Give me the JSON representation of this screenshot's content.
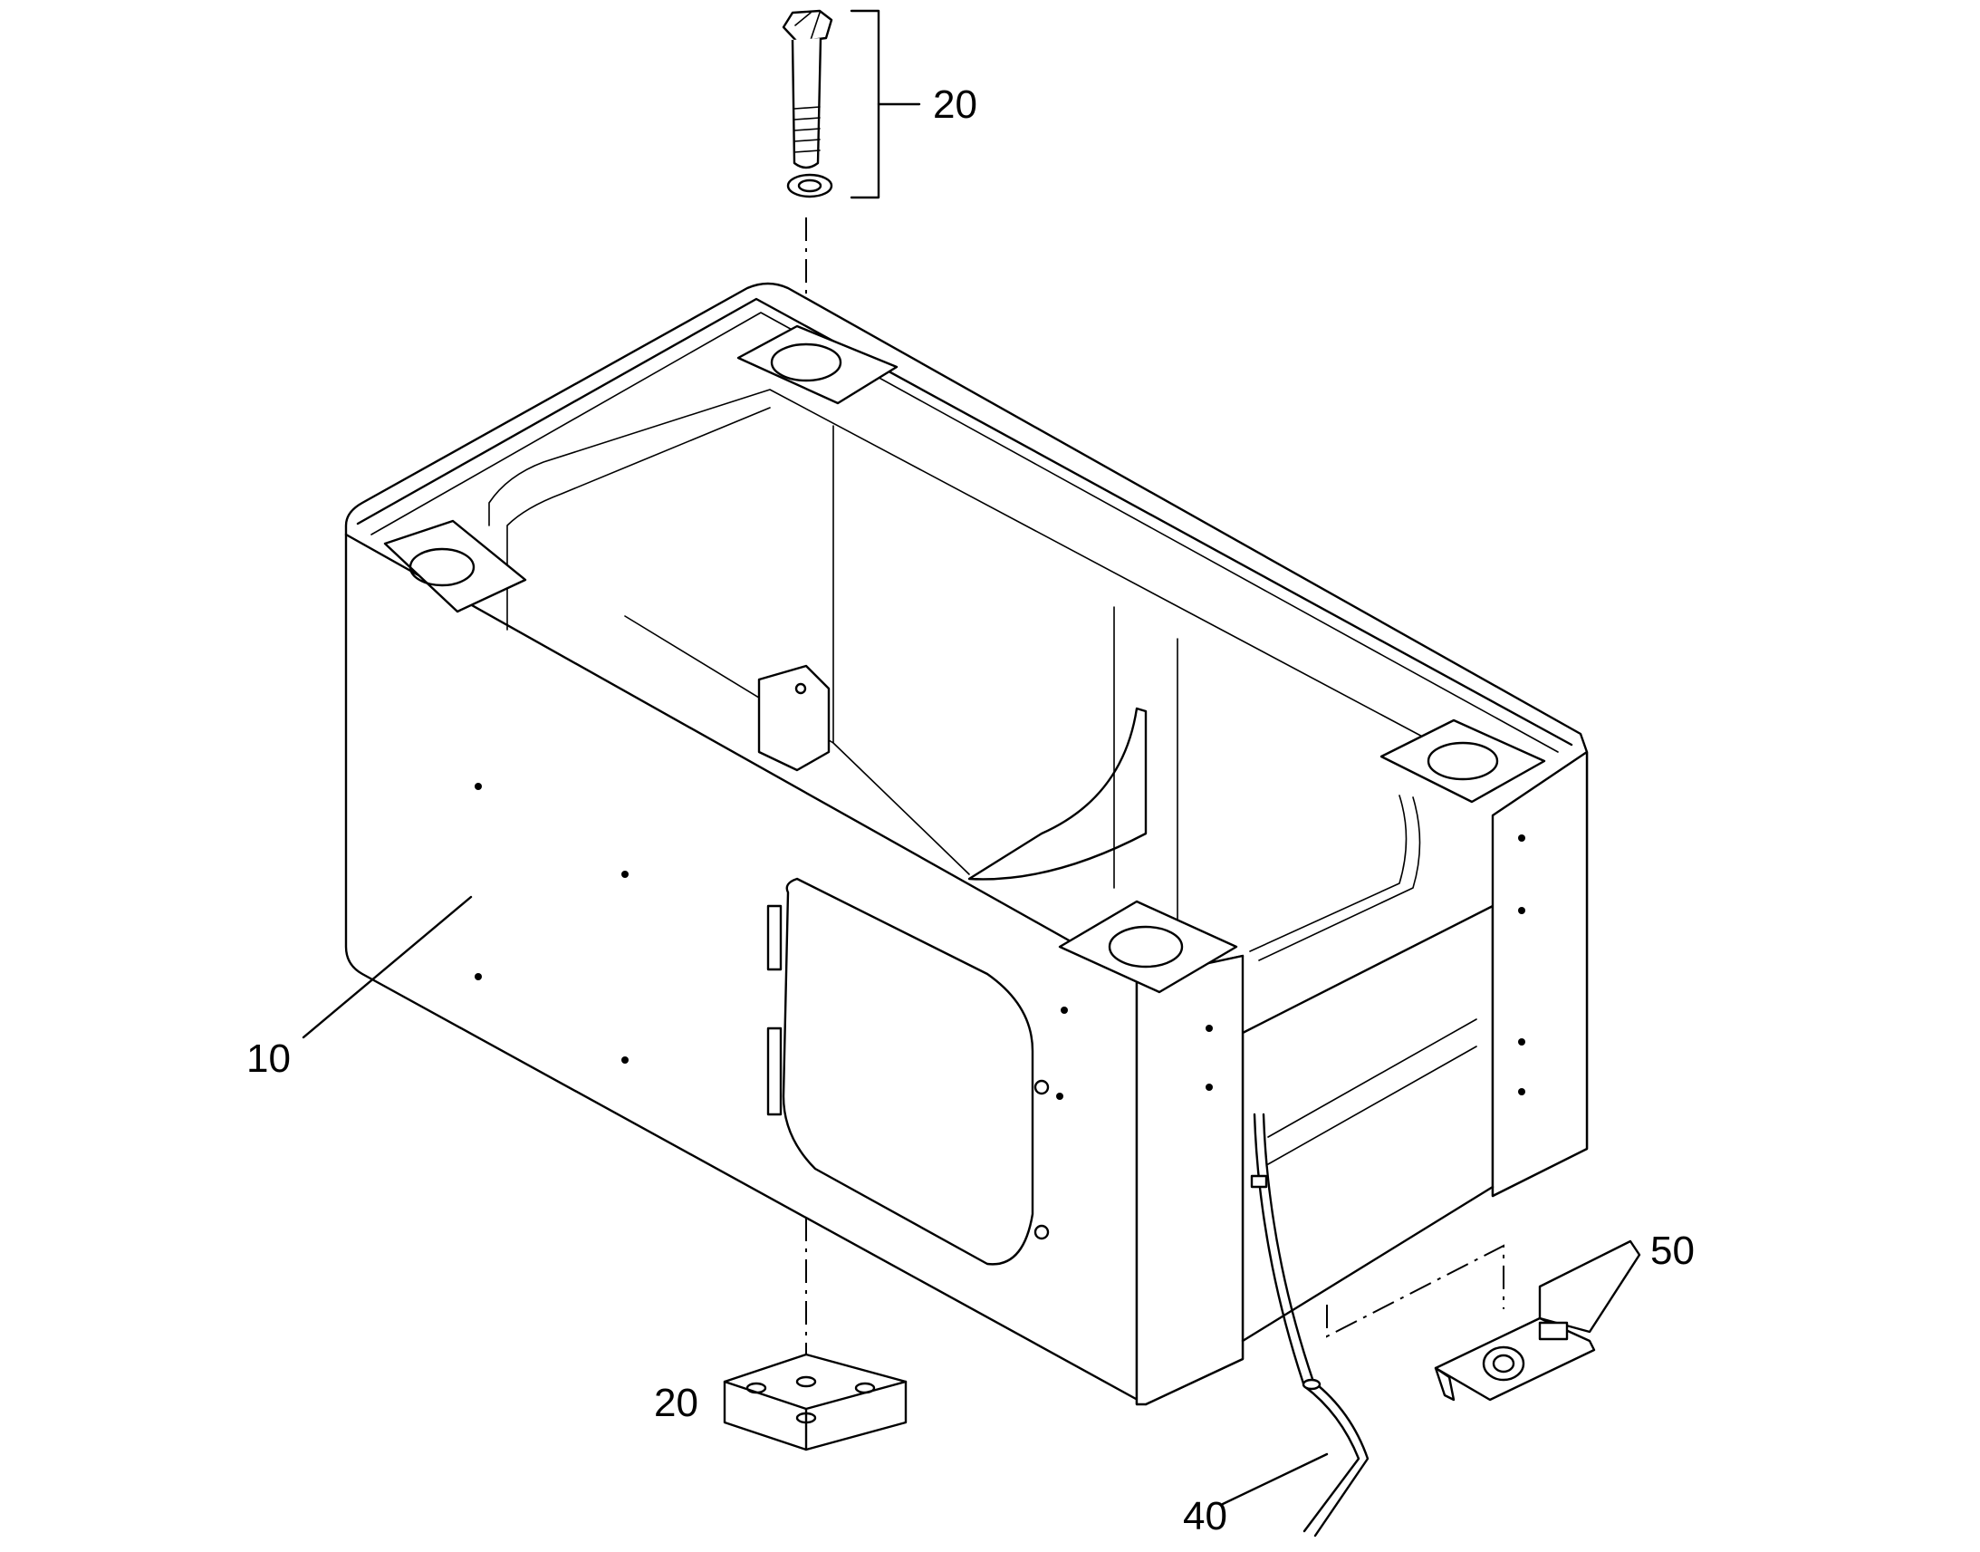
{
  "diagram": {
    "callouts": {
      "bolt_kit": "20",
      "base_cabinet": "10",
      "foot_pad": "20",
      "cable": "40",
      "bracket": "50"
    },
    "line_color": "#000000",
    "background": "#ffffff"
  }
}
